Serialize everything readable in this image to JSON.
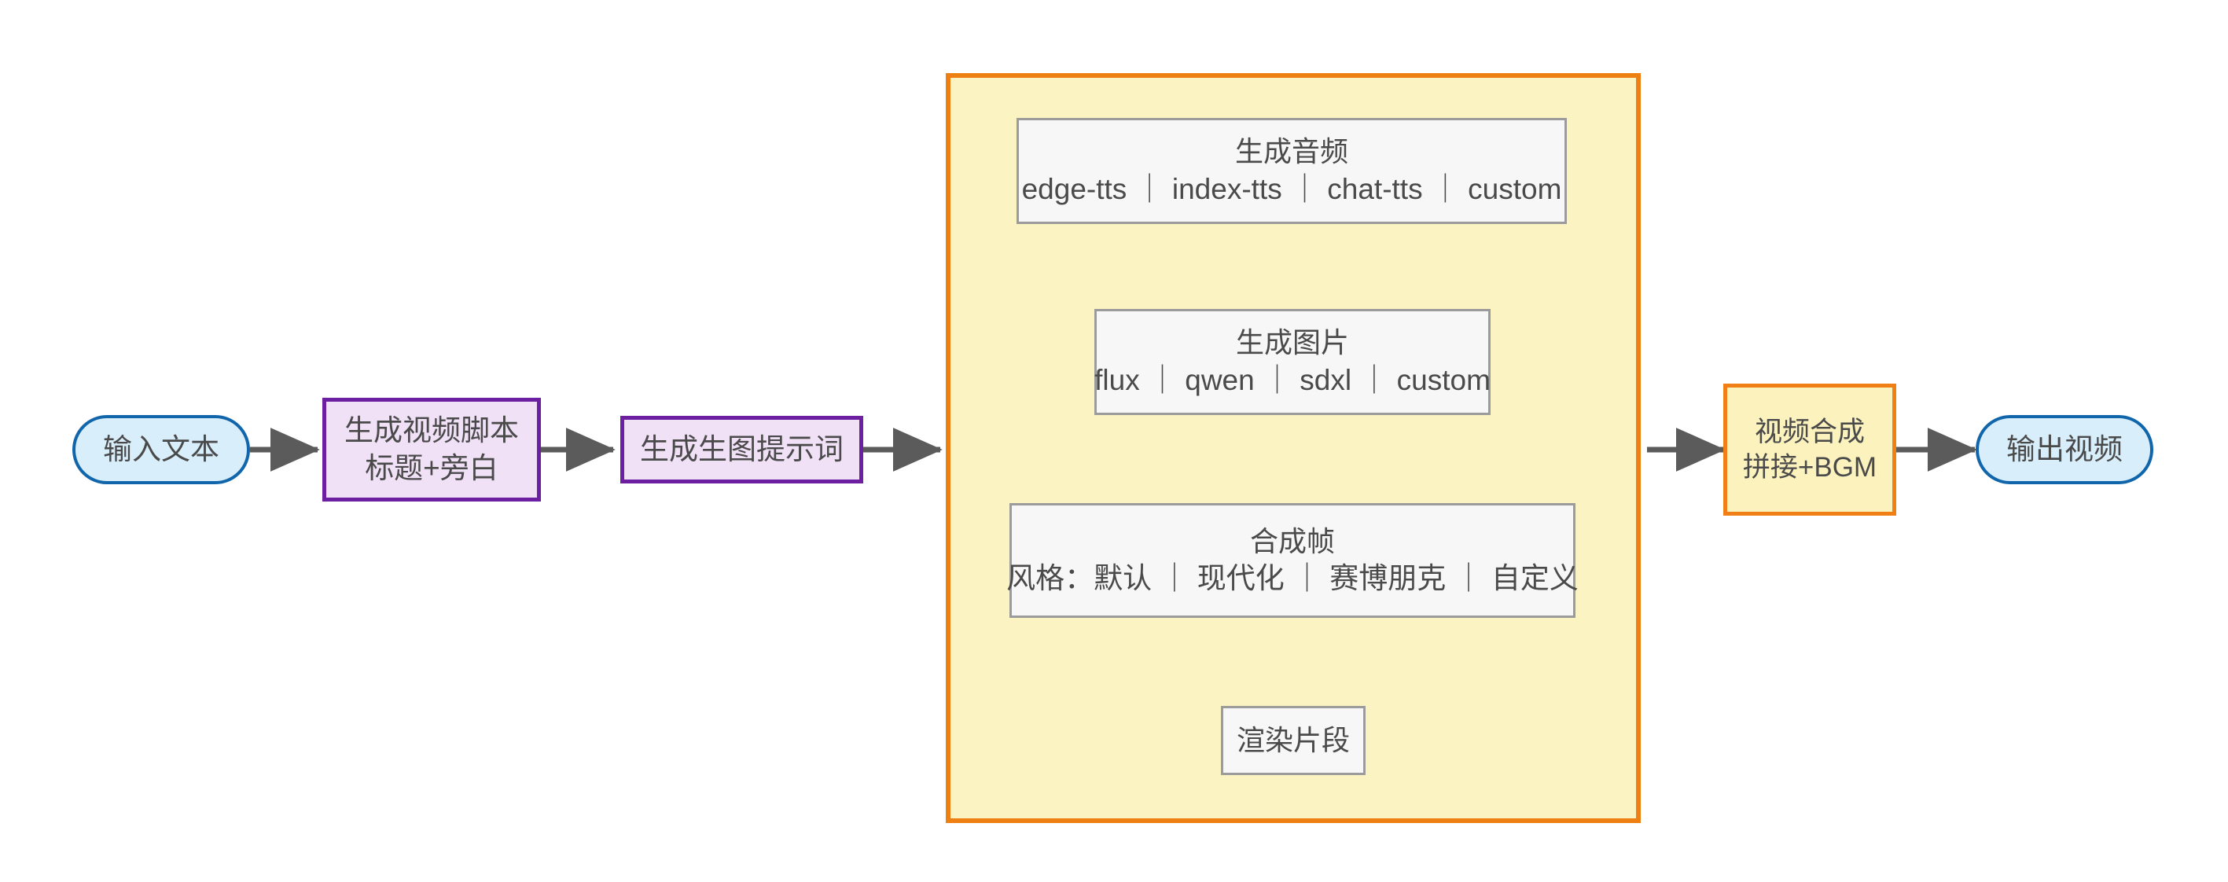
{
  "diagram": {
    "title": "视频生成流程图",
    "type": "flowchart",
    "direction": "left-to-right",
    "background": "#ffffff",
    "colors": {
      "terminator_fill": "#d8eefb",
      "terminator_stroke": "#1166ab",
      "process_fill": "#f1e1f7",
      "process_stroke": "#6c1fa0",
      "highlight_fill": "#fbf2bd",
      "highlight_stroke": "#f07f16",
      "group_fill": "#fbf3c1",
      "group_stroke": "#ee8013",
      "plain_fill": "#f7f7f8",
      "plain_stroke": "#9b9b9b",
      "edge_stroke": "#5b5b5b",
      "text": "#4a4a4a"
    }
  },
  "nodes": {
    "input": {
      "label": "输入文本",
      "shape": "stadium"
    },
    "script": {
      "line1": "生成视频脚本",
      "line2": "标题+旁白",
      "shape": "rect"
    },
    "prompt": {
      "label": "生成生图提示词",
      "shape": "rect"
    },
    "audio": {
      "line1": "生成音频",
      "line2": "edge-tts ｜ index-tts ｜ chat-tts ｜ custom",
      "shape": "rect"
    },
    "image": {
      "line1": "生成图片",
      "line2": "flux ｜ qwen ｜ sdxl ｜ custom",
      "shape": "rect"
    },
    "frame": {
      "line1": "合成帧",
      "line2": "风格：默认 ｜ 现代化 ｜ 赛博朋克 ｜ 自定义",
      "shape": "rect"
    },
    "render": {
      "label": "渲染片段",
      "shape": "rect"
    },
    "compose": {
      "line1": "视频合成",
      "line2": "拼接+BGM",
      "shape": "rect"
    },
    "output": {
      "label": "输出视频",
      "shape": "stadium"
    }
  },
  "edges": [
    {
      "from": "input",
      "to": "script",
      "label": ""
    },
    {
      "from": "script",
      "to": "prompt",
      "label": ""
    },
    {
      "from": "prompt",
      "to": "pipeline-group",
      "label": ""
    },
    {
      "from": "audio",
      "to": "image",
      "label": ""
    },
    {
      "from": "image",
      "to": "frame",
      "label": ""
    },
    {
      "from": "frame",
      "to": "render",
      "label": ""
    },
    {
      "from": "pipeline-group",
      "to": "compose",
      "label": ""
    },
    {
      "from": "compose",
      "to": "output",
      "label": ""
    }
  ]
}
